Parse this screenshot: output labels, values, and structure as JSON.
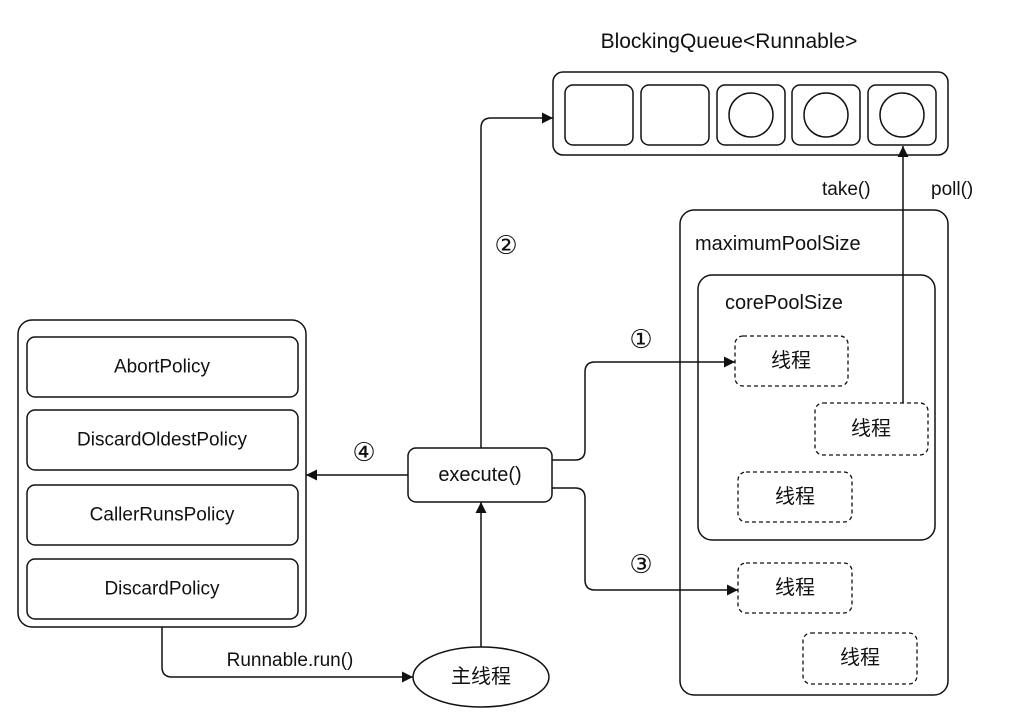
{
  "queue": {
    "label": "BlockingQueue<Runnable>"
  },
  "queue_ops": {
    "take": "take()",
    "poll": "poll()"
  },
  "pool": {
    "max_label": "maximumPoolSize",
    "core_label": "corePoolSize"
  },
  "threads": [
    "线程",
    "线程",
    "线程",
    "线程",
    "线程"
  ],
  "policies": [
    "AbortPolicy",
    "DiscardOldestPolicy",
    "CallerRunsPolicy",
    "DiscardPolicy"
  ],
  "execute": {
    "label": "execute()"
  },
  "main_thread": {
    "label": "主线程"
  },
  "runnable_run": {
    "label": "Runnable.run()"
  },
  "steps": [
    "①",
    "②",
    "③",
    "④"
  ],
  "colors": {
    "stroke": "#111111",
    "background": "#ffffff"
  }
}
